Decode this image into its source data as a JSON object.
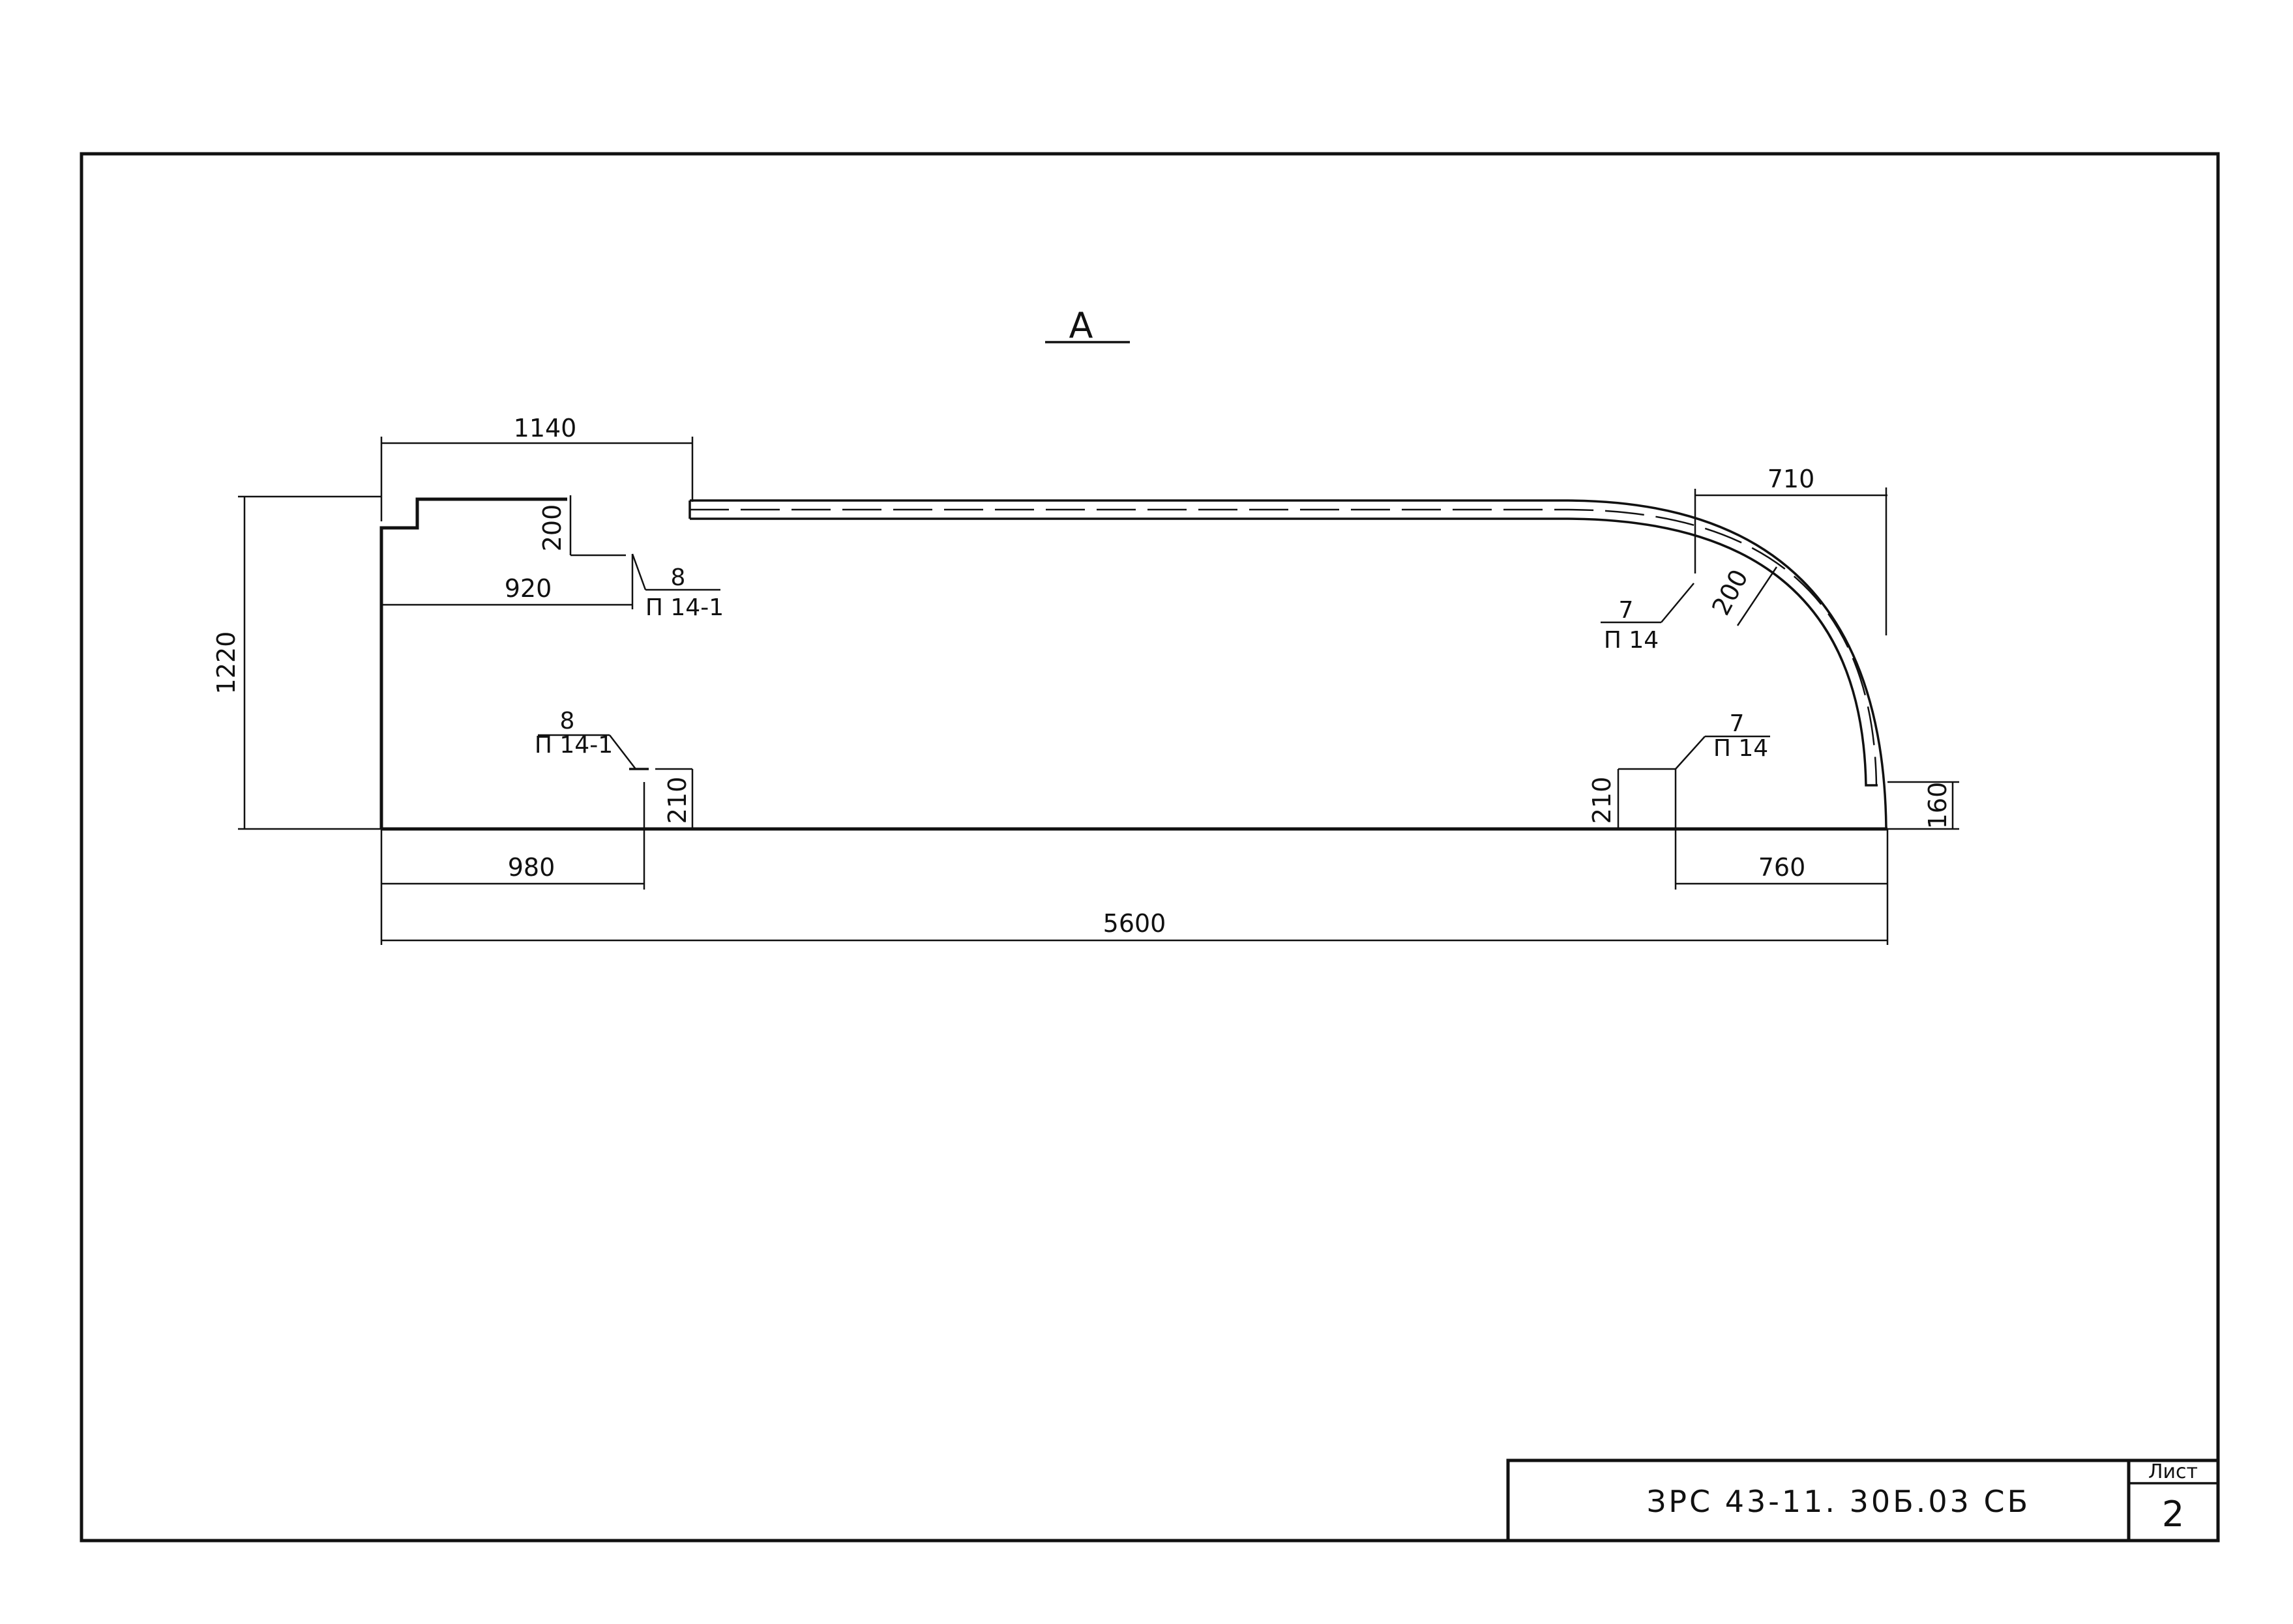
{
  "view_label": "А",
  "dimensions": {
    "top_length": "1140",
    "right_top": "710",
    "step_height": "200",
    "insert_left_offset": "920",
    "overall_height": "1220",
    "arc_offset": "200",
    "bottom_left_height": "210",
    "bottom_right_height": "210",
    "right_end_height": "160",
    "bottom_left_offset": "980",
    "bottom_right_offset": "760",
    "overall_length": "5600"
  },
  "callouts": {
    "top_left": {
      "number": "8",
      "ref": "П 14-1"
    },
    "top_right": {
      "number": "7",
      "ref": "П 14"
    },
    "bottom_left": {
      "number": "8",
      "ref": "П 14-1"
    },
    "bottom_right": {
      "number": "7",
      "ref": "П 14"
    }
  },
  "title_block": {
    "document_code": "ЗРС 43-11. 30Б.03 СБ",
    "sheet_label": "Лист",
    "sheet_number": "2"
  }
}
